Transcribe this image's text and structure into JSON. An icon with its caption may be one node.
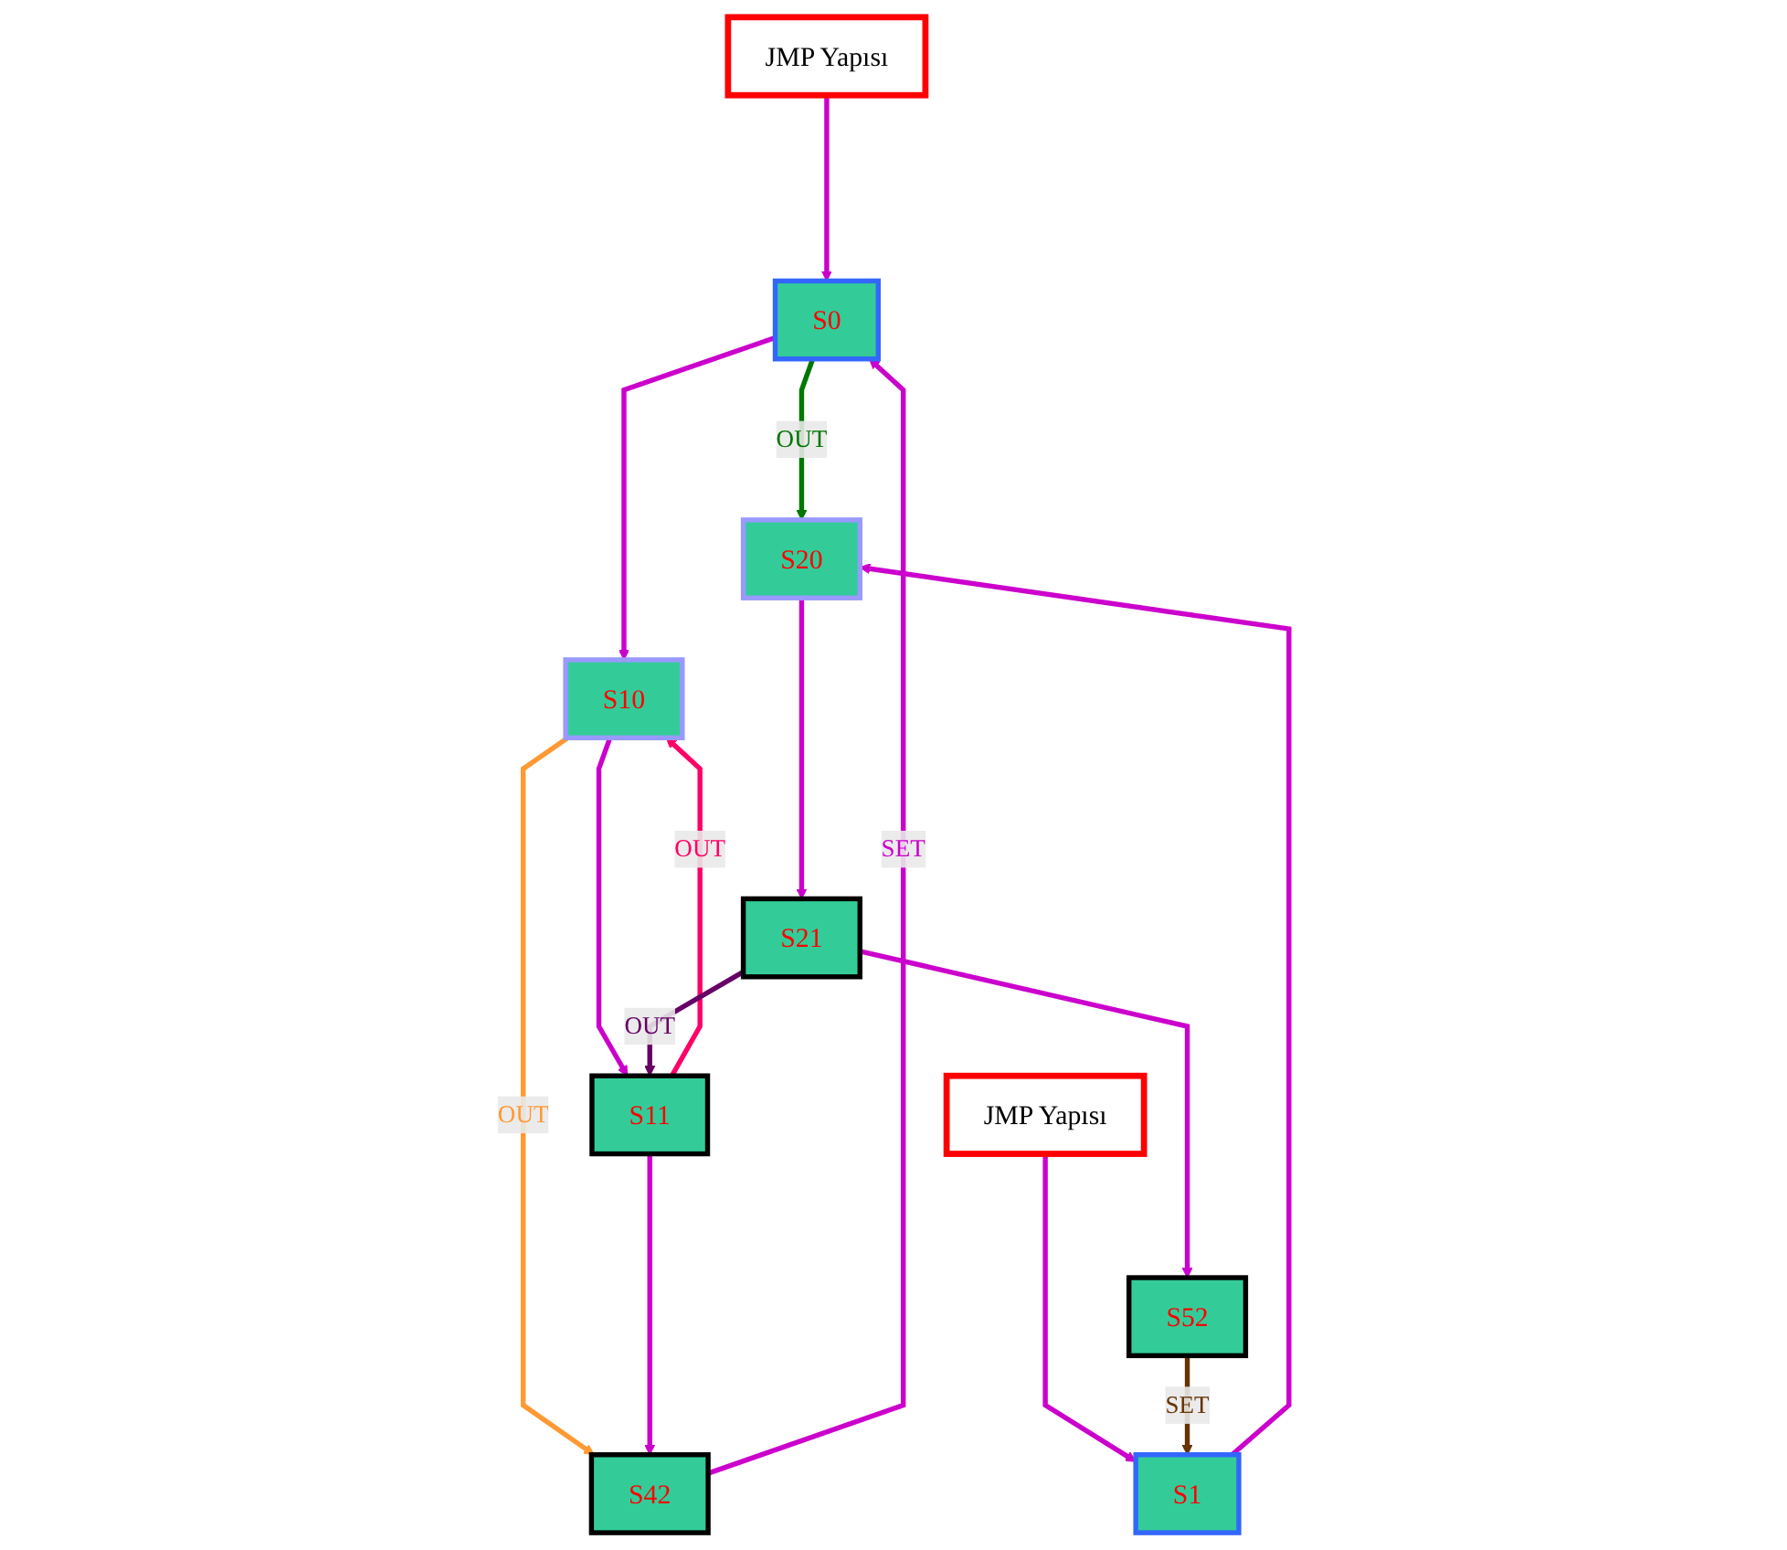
{
  "diagram": {
    "nodes": [
      {
        "text": [
          "JMP Yapısı"
        ]
      },
      {
        "text": [
          "JMP Yapısı"
        ]
      },
      {
        "text": [
          "S0"
        ]
      },
      {
        "text": [
          "S1"
        ]
      },
      {
        "text": [
          "S10"
        ]
      },
      {
        "text": [
          "S20"
        ]
      },
      {
        "text": [
          "S11"
        ]
      },
      {
        "text": [
          "S21"
        ]
      },
      {
        "text": [
          "S42"
        ]
      },
      {
        "text": [
          "S52"
        ]
      }
    ],
    "edges": [
      {
        "from": 0,
        "to": 2,
        "arrow": "to"
      },
      {
        "from": 1,
        "to": 3,
        "arrow": "to"
      },
      {
        "from": 2,
        "to": 4,
        "arrow": "to"
      },
      {
        "from": 2,
        "to": 5,
        "arrow": "to",
        "label": "OUT",
        "color": "#007700"
      },
      {
        "from": 3,
        "to": 5,
        "arrow": "to"
      },
      {
        "from": 4,
        "to": 6,
        "arrow": "to"
      },
      {
        "from": 4,
        "to": 8,
        "arrow": "to",
        "label": "OUT",
        "color": "#ff9933"
      },
      {
        "from": 6,
        "to": 4,
        "arrow": "to",
        "label": "OUT",
        "color": "#ff0066"
      },
      {
        "from": 5,
        "to": 7,
        "arrow": "to"
      },
      {
        "from": 6,
        "to": 8,
        "arrow": "to"
      },
      {
        "from": 7,
        "to": 6,
        "arrow": "to",
        "label": "OUT",
        "color": "#660066"
      },
      {
        "from": 7,
        "to": 9,
        "arrow": "to"
      },
      {
        "from": 8,
        "to": 2,
        "arrow": "to",
        "label": "SET"
      },
      {
        "from": 9,
        "to": 3,
        "arrow": "to",
        "label": "SET",
        "color": "#663300"
      }
    ]
  }
}
